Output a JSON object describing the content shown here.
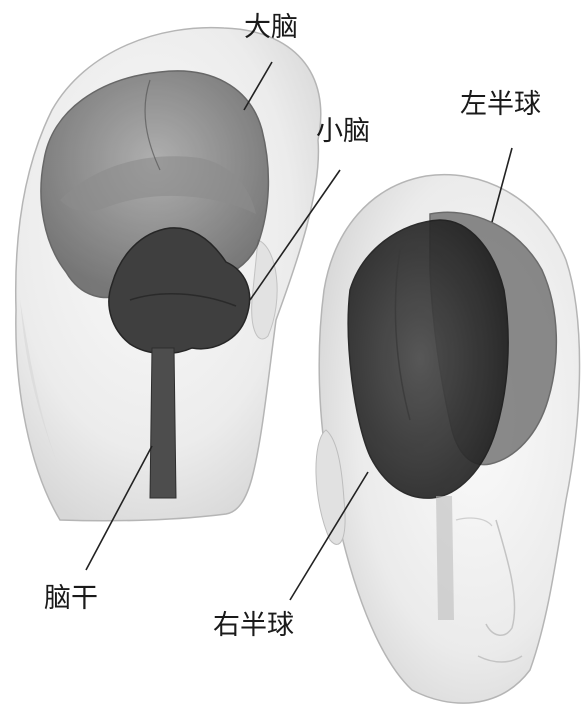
{
  "labels": {
    "cerebrum": "大脑",
    "cerebellum": "小脑",
    "brainstem": "脑干",
    "left_hemisphere": "左半球",
    "right_hemisphere": "右半球"
  },
  "colors": {
    "background": "#ffffff",
    "head_fill": "#efefef",
    "head_outline": "#b8b8b8",
    "cerebrum": "#7a7a7a",
    "cerebellum": "#3d3d3d",
    "brainstem": "#4a4a4a",
    "left_hemisphere": "#6e6e6e",
    "right_hemisphere": "#2e2e2e",
    "leader_line": "#222222"
  }
}
